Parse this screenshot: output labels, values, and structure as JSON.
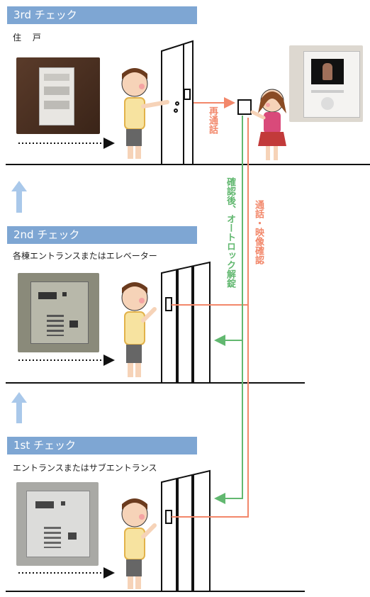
{
  "sections": [
    {
      "heading": "3rd チェック",
      "subtitle": "住　 戸"
    },
    {
      "heading": "2nd チェック",
      "subtitle": "各棟エントランスまたはエレベーター"
    },
    {
      "heading": "1st チェック",
      "subtitle": "エントランスまたはサブエントランス"
    }
  ],
  "labels": {
    "recall": "再通話",
    "unlock": "確認後、オートロック解錠",
    "call_video": "通話・映像確認"
  },
  "colors": {
    "header": "#7ea6d3",
    "call_line": "#f2876a",
    "unlock_line": "#62b870",
    "up_arrow": "#a9c8ea"
  }
}
